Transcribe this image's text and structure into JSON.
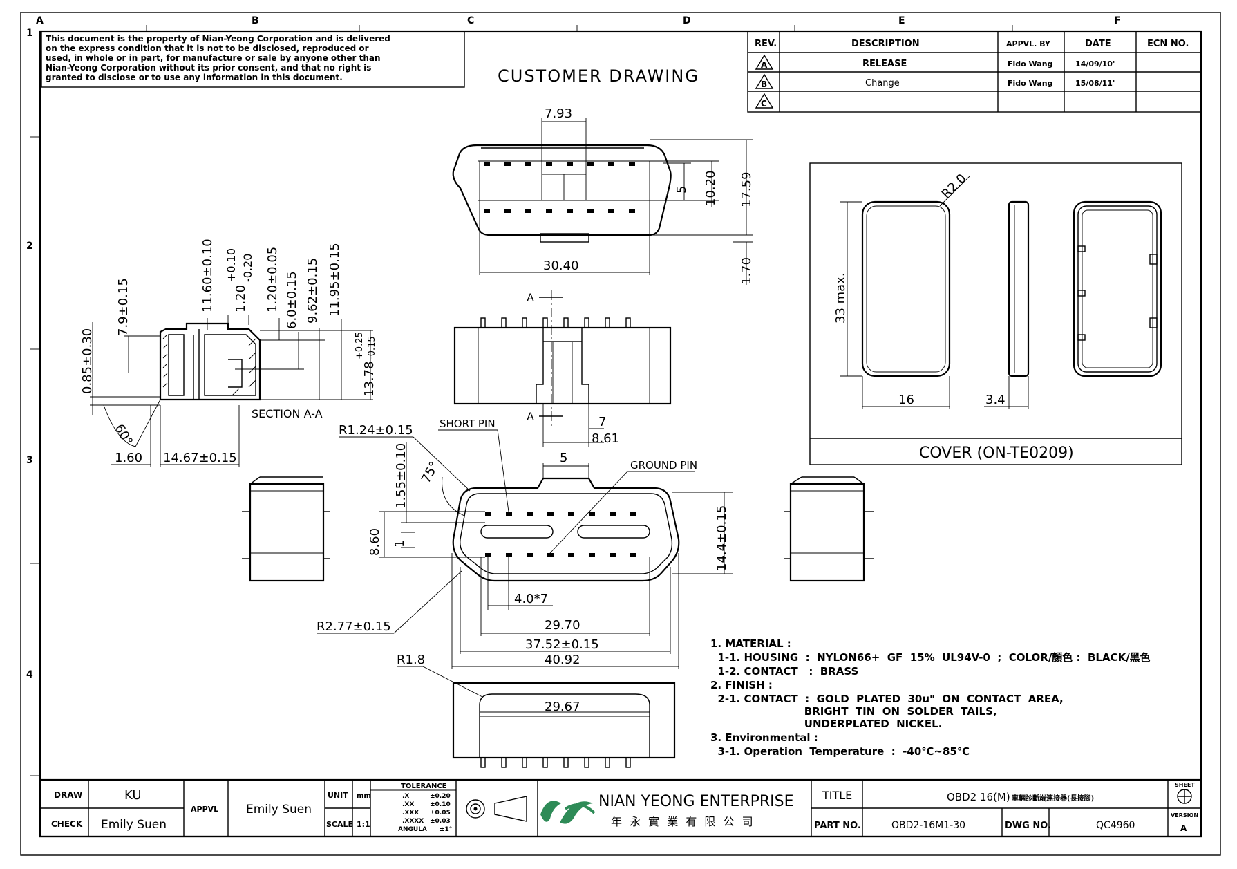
{
  "grid": {
    "columns": [
      "A",
      "B",
      "C",
      "D",
      "E",
      "F"
    ],
    "rows": [
      "1",
      "2",
      "3",
      "4"
    ]
  },
  "notice": [
    "This document is the property of Nian-Yeong Corporation and is delivered",
    "on  the  express condition that it is not to be disclosed, reproduced or",
    "used, in whole or in part, for manufacture or sale by anyone other than",
    "Nian-Yeong Corporation without  its prior consent, and that  no right  is",
    "granted to disclose or to use any information in this  document."
  ],
  "drawing_title": "CUSTOMER  DRAWING",
  "revision_table": {
    "headers": [
      "REV.",
      "DESCRIPTION",
      "APPVL. BY",
      "DATE",
      "ECN NO."
    ],
    "rows": [
      {
        "rev": "A",
        "description": "RELEASE",
        "appvl": "Fido Wang",
        "date": "14/09/10'",
        "ecn": ""
      },
      {
        "rev": "B",
        "description": "Change",
        "appvl": "Fido Wang",
        "date": "15/08/11'",
        "ecn": ""
      },
      {
        "rev": "C",
        "description": "",
        "appvl": "",
        "date": "",
        "ecn": ""
      }
    ]
  },
  "top_view": {
    "dim_width": "7.93",
    "dim_5": "5",
    "dim_10_20": "10.20",
    "dim_17_59": "17.59",
    "dim_30_40": "30.40",
    "dim_1_70": "1.70"
  },
  "section_view": {
    "dims_vertical": [
      "7.9±0.15",
      "11.60±0.10",
      "1.20+0.10-0.20",
      "1.20±0.05",
      "6.0±0.15",
      "9.62±0.15",
      "11.95±0.15"
    ],
    "dim_1_20_main": "1.20",
    "dim_1_20_tol_up": "+0.10",
    "dim_1_20_tol_dn": "-0.20",
    "dim_0_85": "0.85±0.30",
    "dim_13_78": "13.78",
    "dim_13_78_tol_up": "+0.25",
    "dim_13_78_tol_dn": "-0.15",
    "angle": "60°",
    "dim_1_60": "1.60",
    "dim_14_67": "14.67±0.15",
    "label": "SECTION  A-A"
  },
  "side_view": {
    "section_mark": "A",
    "dim_7": "7",
    "dim_8_61": "8.61"
  },
  "front_view": {
    "r_1_24": "R1.24±0.15",
    "short_pin": "SHORT PIN",
    "ground_pin": "GROUND PIN",
    "dim_5": "5",
    "dim_1_55": "1.55±0.10",
    "angle_75": "75°",
    "dim_8_60": "8.60",
    "dim_1": "1",
    "dim_14_4": "14.4±0.15",
    "dim_4_0": "4.0*7",
    "r_2_77": "R2.77±0.15",
    "dim_29_70": "29.70",
    "dim_37_52": "37.52±0.15",
    "dim_40_92": "40.92"
  },
  "bottom_view": {
    "r_1_8": "R1.8",
    "dim_29_67": "29.67"
  },
  "cover": {
    "r_2_0": "R2.0",
    "dim_33": "33 max.",
    "dim_16": "16",
    "dim_3_4": "3.4",
    "title": "COVER (ON-TE0209)"
  },
  "notes": [
    "1. MATERIAL :",
    "  1-1. HOUSING  :  NYLON66+  GF  15%  UL94V-0  ;  COLOR/顏色 :  BLACK/黑色",
    "  1-2. CONTACT   :  BRASS",
    "2. FINISH :",
    "  2-1. CONTACT  :  GOLD  PLATED  30u\"  ON  CONTACT  AREA,",
    "                          BRIGHT  TIN  ON  SOLDER  TAILS,",
    "                          UNDERPLATED  NICKEL.",
    "3. Environmental :",
    "  3-1. Operation  Temperature  :  -40℃~85℃"
  ],
  "title_block": {
    "draw_label": "DRAW",
    "draw_value": "KU",
    "check_label": "CHECK",
    "check_value": "Emily Suen",
    "appvl_label": "APPVL",
    "appvl_value": "Emily Suen",
    "unit_label": "UNIT",
    "unit_value": "mm",
    "scale_label": "SCALE",
    "scale_value": "1:1",
    "tolerance_title": "TOLERANCE",
    "tolerances": [
      {
        "k": ".X",
        "v": "±0.20"
      },
      {
        "k": ".XX",
        "v": "±0.10"
      },
      {
        "k": ".XXX",
        "v": "±0.05"
      },
      {
        "k": ".XXXX",
        "v": "±0.03"
      },
      {
        "k": "ANGULA",
        "v": "±1°"
      }
    ],
    "company_name": "NIAN YEONG ENTERPRISE",
    "company_name_cn": "年 永 實 業 有 限 公 司",
    "title_label": "TITLE",
    "title_value": "OBD2 16(M)",
    "title_cn": "車輛診斷端連接器(長接腳)",
    "partno_label": "PART NO.",
    "partno_value": "OBD2-16M1-30",
    "dwgno_label": "DWG NO.",
    "dwgno_value": "QC4960",
    "sheet_label": "SHEET",
    "version_label": "VERSION",
    "version_value": "A"
  }
}
